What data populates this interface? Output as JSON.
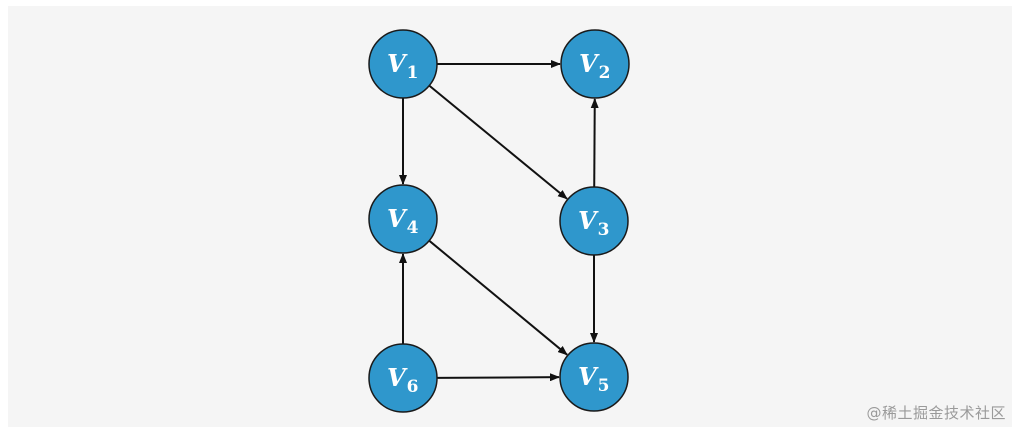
{
  "graph": {
    "nodes": [
      {
        "id": "v1",
        "letter": "V",
        "sub": "1"
      },
      {
        "id": "v2",
        "letter": "V",
        "sub": "2"
      },
      {
        "id": "v3",
        "letter": "V",
        "sub": "3"
      },
      {
        "id": "v4",
        "letter": "V",
        "sub": "4"
      },
      {
        "id": "v5",
        "letter": "V",
        "sub": "5"
      },
      {
        "id": "v6",
        "letter": "V",
        "sub": "6"
      }
    ],
    "edges": [
      {
        "from": "v1",
        "to": "v2"
      },
      {
        "from": "v1",
        "to": "v4"
      },
      {
        "from": "v1",
        "to": "v3"
      },
      {
        "from": "v3",
        "to": "v2"
      },
      {
        "from": "v3",
        "to": "v5"
      },
      {
        "from": "v4",
        "to": "v5"
      },
      {
        "from": "v6",
        "to": "v4"
      },
      {
        "from": "v6",
        "to": "v5"
      }
    ],
    "node_fill": "#2f97cc",
    "node_stroke": "#1a1a1a",
    "edge_color": "#111111"
  },
  "watermark": "@稀土掘金技术社区"
}
